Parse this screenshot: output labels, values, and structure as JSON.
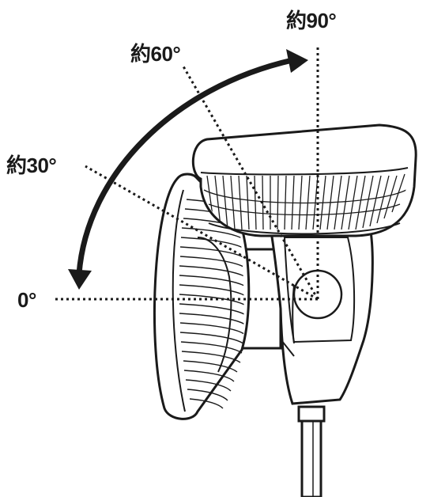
{
  "angle_labels": {
    "deg_90": "約90°",
    "deg_60": "約60°",
    "deg_30": "約30°",
    "deg_0": "0°"
  },
  "colors": {
    "ink": "#1a1a1a",
    "background": "#ffffff"
  },
  "icons": {
    "arrow": "double-headed-curved-arrow",
    "fan": "fan-head-line-drawing"
  }
}
